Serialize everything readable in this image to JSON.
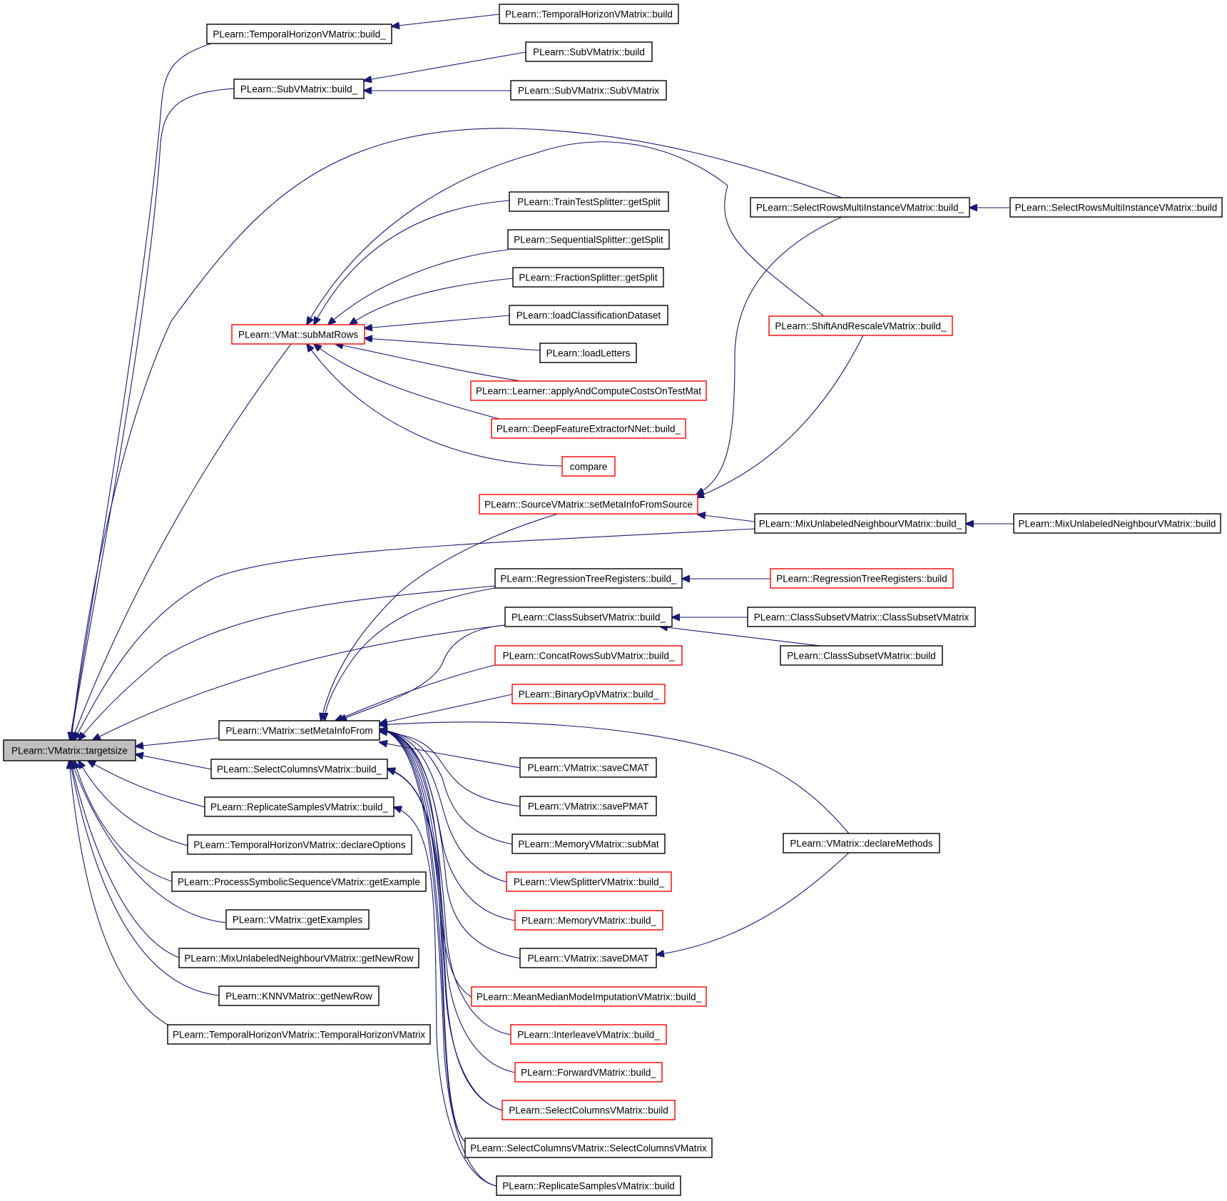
{
  "graph": {
    "root": "PLearn::VMatrix::targetsize",
    "edge_color": "#191970",
    "highlight_color": "#ff0000",
    "nodes": [
      {
        "id": "n0",
        "label": "PLearn::VMatrix::targetsize",
        "style": "root"
      },
      {
        "id": "n1",
        "label": "PLearn::TemporalHorizonVMatrix::build_",
        "style": "black"
      },
      {
        "id": "n2",
        "label": "PLearn::TemporalHorizonVMatrix::build",
        "style": "black"
      },
      {
        "id": "n3",
        "label": "PLearn::SubVMatrix::build_",
        "style": "black"
      },
      {
        "id": "n4",
        "label": "PLearn::SubVMatrix::build",
        "style": "black"
      },
      {
        "id": "n5",
        "label": "PLearn::SubVMatrix::SubVMatrix",
        "style": "black"
      },
      {
        "id": "n6",
        "label": "PLearn::SelectRowsMultiInstanceVMatrix::build_",
        "style": "black"
      },
      {
        "id": "n7",
        "label": "PLearn::SelectRowsMultiInstanceVMatrix::build",
        "style": "black"
      },
      {
        "id": "n8",
        "label": "PLearn::TrainTestSplitter::getSplit",
        "style": "black"
      },
      {
        "id": "n9",
        "label": "PLearn::SequentialSplitter::getSplit",
        "style": "black"
      },
      {
        "id": "n10",
        "label": "PLearn::FractionSplitter::getSplit",
        "style": "black"
      },
      {
        "id": "n11",
        "label": "PLearn::loadClassificationDataset",
        "style": "black"
      },
      {
        "id": "n12",
        "label": "PLearn::VMat::subMatRows",
        "style": "red"
      },
      {
        "id": "n13",
        "label": "PLearn::ShiftAndRescaleVMatrix::build_",
        "style": "red"
      },
      {
        "id": "n14",
        "label": "PLearn::loadLetters",
        "style": "black"
      },
      {
        "id": "n15",
        "label": "PLearn::Learner::applyAndComputeCostsOnTestMat",
        "style": "red"
      },
      {
        "id": "n16",
        "label": "PLearn::DeepFeatureExtractorNNet::build_",
        "style": "red"
      },
      {
        "id": "n17",
        "label": "compare",
        "style": "red"
      },
      {
        "id": "n18",
        "label": "PLearn::SourceVMatrix::setMetaInfoFromSource",
        "style": "red"
      },
      {
        "id": "n19",
        "label": "PLearn::MixUnlabeledNeighbourVMatrix::build_",
        "style": "black"
      },
      {
        "id": "n20",
        "label": "PLearn::MixUnlabeledNeighbourVMatrix::build",
        "style": "black"
      },
      {
        "id": "n21",
        "label": "PLearn::RegressionTreeRegisters::build_",
        "style": "black"
      },
      {
        "id": "n22",
        "label": "PLearn::RegressionTreeRegisters::build",
        "style": "red"
      },
      {
        "id": "n23",
        "label": "PLearn::ClassSubsetVMatrix::build_",
        "style": "black"
      },
      {
        "id": "n24",
        "label": "PLearn::ClassSubsetVMatrix::ClassSubsetVMatrix",
        "style": "black"
      },
      {
        "id": "n25",
        "label": "PLearn::ClassSubsetVMatrix::build",
        "style": "black"
      },
      {
        "id": "n26",
        "label": "PLearn::ConcatRowsSubVMatrix::build_",
        "style": "red"
      },
      {
        "id": "n27",
        "label": "PLearn::BinaryOpVMatrix::build_",
        "style": "red"
      },
      {
        "id": "n28",
        "label": "PLearn::VMatrix::setMetaInfoFrom",
        "style": "black"
      },
      {
        "id": "n29",
        "label": "PLearn::SelectColumnsVMatrix::build_",
        "style": "black"
      },
      {
        "id": "n30",
        "label": "PLearn::VMatrix::saveCMAT",
        "style": "black"
      },
      {
        "id": "n31",
        "label": "PLearn::ReplicateSamplesVMatrix::build_",
        "style": "black"
      },
      {
        "id": "n32",
        "label": "PLearn::VMatrix::savePMAT",
        "style": "black"
      },
      {
        "id": "n33",
        "label": "PLearn::TemporalHorizonVMatrix::declareOptions",
        "style": "black"
      },
      {
        "id": "n34",
        "label": "PLearn::MemoryVMatrix::subMat",
        "style": "black"
      },
      {
        "id": "n35",
        "label": "PLearn::VMatrix::declareMethods",
        "style": "black"
      },
      {
        "id": "n36",
        "label": "PLearn::ProcessSymbolicSequenceVMatrix::getExample",
        "style": "black"
      },
      {
        "id": "n37",
        "label": "PLearn::ViewSplitterVMatrix::build_",
        "style": "red"
      },
      {
        "id": "n38",
        "label": "PLearn::VMatrix::getExamples",
        "style": "black"
      },
      {
        "id": "n39",
        "label": "PLearn::MemoryVMatrix::build_",
        "style": "red"
      },
      {
        "id": "n40",
        "label": "PLearn::MixUnlabeledNeighbourVMatrix::getNewRow",
        "style": "black"
      },
      {
        "id": "n41",
        "label": "PLearn::VMatrix::saveDMAT",
        "style": "black"
      },
      {
        "id": "n42",
        "label": "PLearn::KNNVMatrix::getNewRow",
        "style": "black"
      },
      {
        "id": "n43",
        "label": "PLearn::MeanMedianModeImputationVMatrix::build_",
        "style": "red"
      },
      {
        "id": "n44",
        "label": "PLearn::TemporalHorizonVMatrix::TemporalHorizonVMatrix",
        "style": "black"
      },
      {
        "id": "n45",
        "label": "PLearn::InterleaveVMatrix::build_",
        "style": "red"
      },
      {
        "id": "n46",
        "label": "PLearn::ForwardVMatrix::build_",
        "style": "red"
      },
      {
        "id": "n47",
        "label": "PLearn::SelectColumnsVMatrix::build",
        "style": "red"
      },
      {
        "id": "n48",
        "label": "PLearn::SelectColumnsVMatrix::SelectColumnsVMatrix",
        "style": "black"
      },
      {
        "id": "n49",
        "label": "PLearn::ReplicateSamplesVMatrix::build",
        "style": "black"
      }
    ],
    "edges": [
      [
        "n1",
        "n0"
      ],
      [
        "n3",
        "n0"
      ],
      [
        "n6",
        "n0"
      ],
      [
        "n12",
        "n0"
      ],
      [
        "n19",
        "n0"
      ],
      [
        "n21",
        "n0"
      ],
      [
        "n23",
        "n0"
      ],
      [
        "n28",
        "n0"
      ],
      [
        "n29",
        "n0"
      ],
      [
        "n31",
        "n0"
      ],
      [
        "n33",
        "n0"
      ],
      [
        "n36",
        "n0"
      ],
      [
        "n38",
        "n0"
      ],
      [
        "n40",
        "n0"
      ],
      [
        "n42",
        "n0"
      ],
      [
        "n44",
        "n0"
      ],
      [
        "n2",
        "n1"
      ],
      [
        "n4",
        "n3"
      ],
      [
        "n5",
        "n3"
      ],
      [
        "n7",
        "n6"
      ],
      [
        "n8",
        "n12"
      ],
      [
        "n9",
        "n12"
      ],
      [
        "n10",
        "n12"
      ],
      [
        "n11",
        "n12"
      ],
      [
        "n13",
        "n12"
      ],
      [
        "n14",
        "n12"
      ],
      [
        "n15",
        "n12"
      ],
      [
        "n16",
        "n12"
      ],
      [
        "n17",
        "n12"
      ],
      [
        "n6",
        "n18"
      ],
      [
        "n13",
        "n18"
      ],
      [
        "n19",
        "n18"
      ],
      [
        "n20",
        "n19"
      ],
      [
        "n22",
        "n21"
      ],
      [
        "n24",
        "n23"
      ],
      [
        "n25",
        "n23"
      ],
      [
        "n18",
        "n28"
      ],
      [
        "n21",
        "n28"
      ],
      [
        "n23",
        "n28"
      ],
      [
        "n26",
        "n28"
      ],
      [
        "n27",
        "n28"
      ],
      [
        "n30",
        "n28"
      ],
      [
        "n32",
        "n28"
      ],
      [
        "n34",
        "n28"
      ],
      [
        "n35",
        "n28"
      ],
      [
        "n37",
        "n28"
      ],
      [
        "n39",
        "n28"
      ],
      [
        "n41",
        "n28"
      ],
      [
        "n43",
        "n28"
      ],
      [
        "n45",
        "n28"
      ],
      [
        "n46",
        "n28"
      ],
      [
        "n47",
        "n28"
      ],
      [
        "n48",
        "n28"
      ],
      [
        "n49",
        "n28"
      ],
      [
        "n47",
        "n29"
      ],
      [
        "n48",
        "n29"
      ],
      [
        "n49",
        "n31"
      ],
      [
        "n35",
        "n41"
      ]
    ]
  }
}
